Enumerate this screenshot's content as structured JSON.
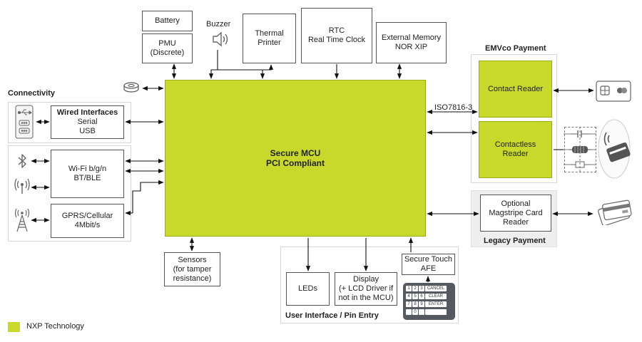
{
  "central": {
    "line1": "Secure MCU",
    "line2": "PCI Compliant"
  },
  "top": {
    "battery": "Battery",
    "pmu": [
      "PMU",
      "(Discrete)"
    ],
    "buzzer": "Buzzer",
    "printer": [
      "Thermal",
      "Printer"
    ],
    "rtc": [
      "RTC",
      "Real Time Clock"
    ],
    "memory": [
      "External Memory",
      "NOR XIP"
    ]
  },
  "connectivity": {
    "heading": "Connectivity",
    "wired": {
      "title": "Wired Interfaces",
      "lines": [
        "Serial",
        "USB"
      ]
    },
    "wifi": [
      "Wi-Fi b/g/n",
      "BT/BLE"
    ],
    "gprs": [
      "GPRS/Cellular",
      "4Mbit/s"
    ]
  },
  "emvco": {
    "heading": "EMVco Payment",
    "contact": "Contact Reader",
    "contactless": [
      "Contactless",
      "Reader"
    ],
    "iso": "ISO7816-3"
  },
  "legacy": {
    "heading": "Legacy Payment",
    "magstripe": [
      "Optional",
      "Magstripe Card",
      "Reader"
    ]
  },
  "sensors": [
    "Sensors",
    "(for tamper",
    "resistance)"
  ],
  "ui": {
    "heading": "User Interface / Pin Entry",
    "leds": "LEDs",
    "display": [
      "Display",
      "(+ LCD Driver if",
      "not in the MCU)"
    ],
    "touch": [
      "Secure Touch",
      "AFE"
    ],
    "keypad": {
      "rows": [
        [
          "1",
          "2",
          "3",
          "CANCEL"
        ],
        [
          "4",
          "5",
          "6",
          "CLEAR"
        ],
        [
          "7",
          "8",
          "9",
          "ENTER"
        ],
        [
          "",
          "0",
          "",
          ""
        ]
      ]
    }
  },
  "legend": {
    "label": "NXP Technology",
    "color": "#c8d92b"
  },
  "colors": {
    "nxp_green": "#c8d92b",
    "line": "#111111",
    "panel_border": "#d8d8d8",
    "legacy_panel": "#eeeeee",
    "keypad": "#555a60"
  },
  "icons": [
    "usb-icon",
    "serial-port-icon",
    "bluetooth-icon",
    "wifi-antenna-icon",
    "cellular-tower-icon",
    "buzzer-speaker-icon",
    "coin-cell-icon",
    "smart-card-icon",
    "nfc-card-icon",
    "magstripe-card-icon",
    "capacitor-icon",
    "coil-icon",
    "resistor-icon"
  ]
}
